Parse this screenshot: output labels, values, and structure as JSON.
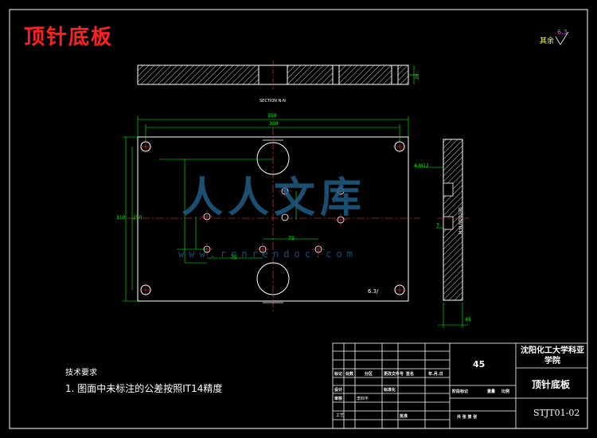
{
  "drawing_title": "顶针底板",
  "top_right_mark": "其余",
  "roughness_value": "6.3",
  "top_view_label": "SECTION N-N",
  "side_view_label": "SECTION M-M",
  "dimensions": {
    "overall_width": "350",
    "inner_width": "300",
    "height_outer": "310",
    "height_inner": "250",
    "dim_45": "45",
    "dim_75a": "75",
    "dim_75b": "75",
    "hole_note": "4-M12",
    "surface_note": "6.3/",
    "side_7": "7"
  },
  "tech": {
    "title": "技术要求",
    "line1": "1. 图面中未标注的公差按照IT14精度"
  },
  "title_block": {
    "school": "沈阳化工大学科亚学院",
    "part_name": "顶针底板",
    "drawing_no": "STJT01-02",
    "material_code": "45",
    "designer": "李四平",
    "process": "工艺",
    "labels": {
      "mark": "标记",
      "count": "处数",
      "zone": "分区",
      "change_no": "更改文件号",
      "sign": "签名",
      "date": "年.月.日",
      "design": "设计",
      "standardize": "标准化",
      "stage": "阶段标记",
      "weight": "重量",
      "scale": "比例",
      "review": "审核",
      "approve": "批准",
      "sheet": "共 张 第 张"
    }
  },
  "watermark": {
    "text": "人人文库",
    "url": "www.renrendoc.com"
  }
}
